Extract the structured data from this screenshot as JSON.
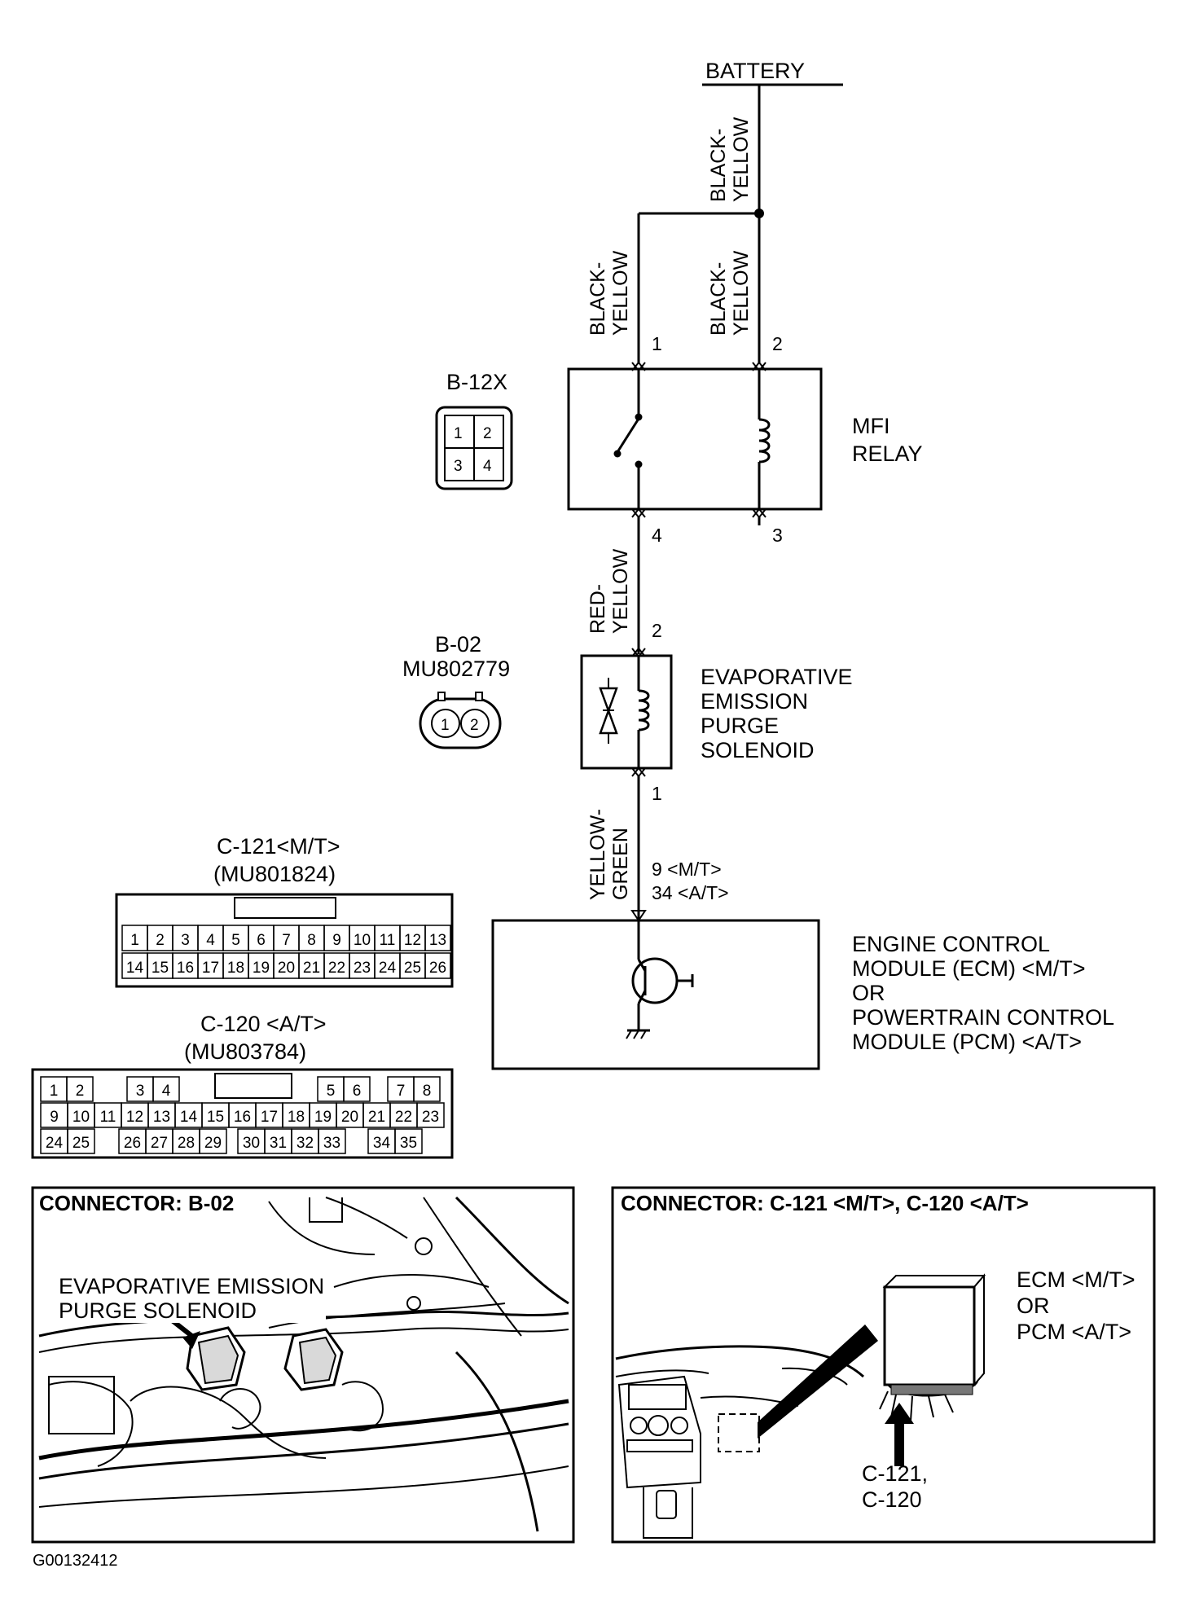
{
  "power": {
    "label": "BATTERY"
  },
  "wires": {
    "top": [
      "BLACK-",
      "YELLOW"
    ],
    "relay_pin1": [
      "BLACK-",
      "YELLOW"
    ],
    "relay_pin2": [
      "BLACK-",
      "YELLOW"
    ],
    "relay_to_solenoid": [
      "RED-",
      "YELLOW"
    ],
    "solenoid_to_ecm": [
      "YELLOW-",
      "GREEN"
    ]
  },
  "relay": {
    "title": [
      "MFI",
      "RELAY"
    ],
    "pins": [
      "1",
      "2",
      "4",
      "3"
    ]
  },
  "solenoid": {
    "title": [
      "EVAPORATIVE",
      "EMISSION",
      "PURGE",
      "SOLENOID"
    ],
    "pin_top": "2",
    "pin_bottom": "1"
  },
  "ecm": {
    "pins": [
      "9 <M/T>",
      "34 <A/T>"
    ],
    "title": [
      "ENGINE CONTROL",
      "MODULE (ECM) <M/T>",
      "OR",
      "POWERTRAIN CONTROL",
      "MODULE (PCM) <A/T>"
    ]
  },
  "conn_b12x": {
    "name": "B-12X",
    "cells": [
      "1",
      "2",
      "3",
      "4"
    ]
  },
  "conn_b02": {
    "name": "B-02",
    "part": "MU802779",
    "cells": [
      "1",
      "2"
    ]
  },
  "conn_c121": {
    "name": "C-121<M/T>",
    "part": "(MU801824)",
    "row1": [
      "1",
      "2",
      "3",
      "4",
      "5",
      "6",
      "7",
      "8",
      "9",
      "10",
      "11",
      "12",
      "13"
    ],
    "row2": [
      "14",
      "15",
      "16",
      "17",
      "18",
      "19",
      "20",
      "21",
      "22",
      "23",
      "24",
      "25",
      "26"
    ]
  },
  "conn_c120": {
    "name": "C-120 <A/T>",
    "part": "(MU803784)",
    "row1": [
      "1",
      "2",
      "3",
      "4",
      "5",
      "6",
      "7",
      "8"
    ],
    "row2": [
      "9",
      "10",
      "11",
      "12",
      "13",
      "14",
      "15",
      "16",
      "17",
      "18",
      "19",
      "20",
      "21",
      "22",
      "23"
    ],
    "row3": [
      "24",
      "25",
      "26",
      "27",
      "28",
      "29",
      "30",
      "31",
      "32",
      "33",
      "34",
      "35"
    ]
  },
  "photo_left": {
    "header": "CONNECTOR: B-02",
    "callout": [
      "EVAPORATIVE EMISSION",
      "PURGE SOLENOID"
    ]
  },
  "photo_right": {
    "header": "CONNECTOR: C-121 <M/T>, C-120 <A/T>",
    "module": [
      "ECM <M/T>",
      "OR",
      "PCM <A/T>"
    ],
    "connectors": [
      "C-121,",
      "C-120"
    ]
  },
  "figure_id": "G00132412"
}
